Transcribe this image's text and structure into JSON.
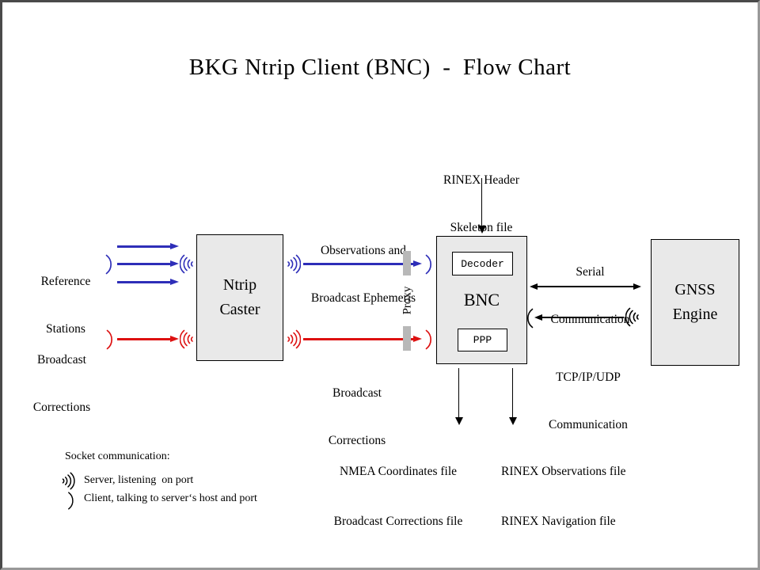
{
  "title": "BKG Ntrip Client (BNC)  -  Flow Chart",
  "nodes": {
    "ntrip_caster": {
      "line1": "Ntrip",
      "line2": "Caster"
    },
    "bnc": {
      "name": "BNC",
      "decoder": "Decoder",
      "ppp": "PPP"
    },
    "gnss_engine": {
      "line1": "GNSS",
      "line2": "Engine"
    }
  },
  "inputs": {
    "reference_stations": {
      "line1": "Reference",
      "line2": "Stations"
    },
    "broadcast_corrections": {
      "line1": "Broadcast",
      "line2": "Corrections"
    }
  },
  "flows": {
    "observations": {
      "line1": "Observations and",
      "line2": "Broadcast Ephemeris"
    },
    "broadcast_corrections": {
      "line1": "Broadcast",
      "line2": "Corrections"
    },
    "proxy": "Proxy",
    "rinex_header": {
      "line1": "RINEX Header",
      "line2": "Skeleton file"
    },
    "serial": {
      "line1": "Serial",
      "line2": "Communication"
    },
    "tcp": {
      "line1": "TCP/IP/UDP",
      "line2": "Communication"
    }
  },
  "outputs": {
    "nmea": {
      "line1": "NMEA Coordinates file",
      "line2": "Broadcast Corrections file"
    },
    "rinex": {
      "line1": "RINEX Observations file",
      "line2": "RINEX Navigation file"
    }
  },
  "legend": {
    "title": "Socket communication:",
    "server": "Server, listening  on port",
    "client": "Client, talking to server‘s host and port"
  },
  "colors": {
    "blue": "#2E2EB8",
    "red": "#DD1111",
    "box_fill": "#E9E9E9",
    "proxy_bar": "#B8B8B8",
    "frame_dark": "#4A4A4A",
    "frame_light": "#999999"
  }
}
